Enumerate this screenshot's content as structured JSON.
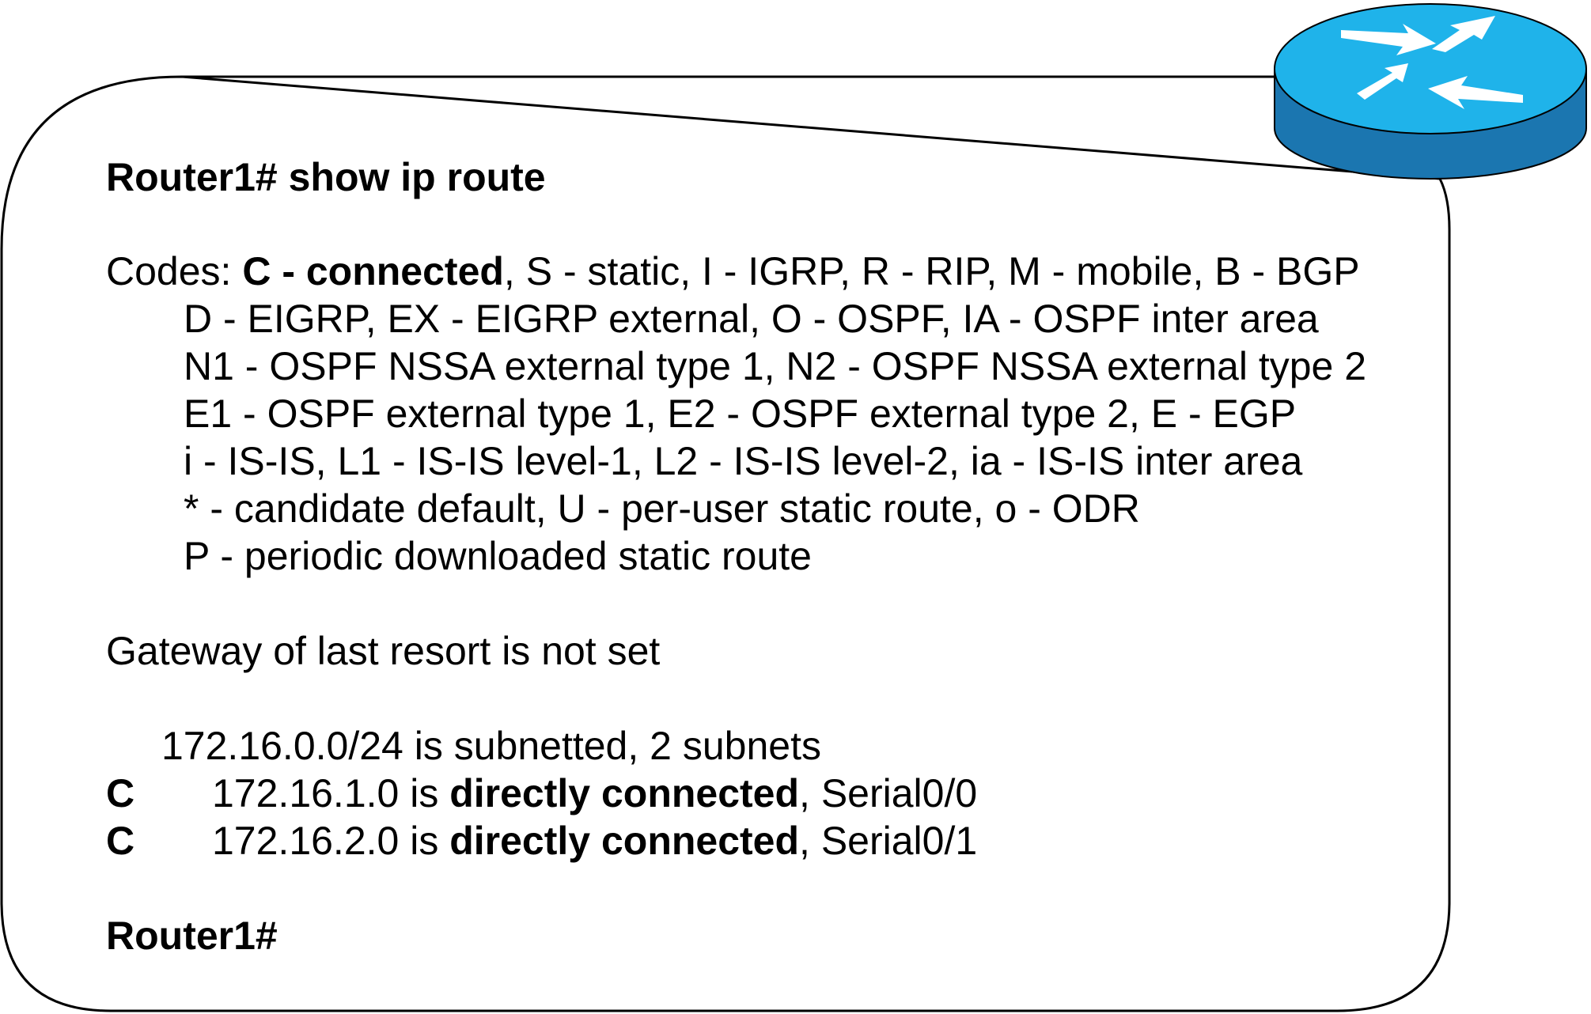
{
  "terminal": {
    "command_line": "Router1# show ip route",
    "codes": {
      "prefix": "Codes: ",
      "connected_bold": "C - connected",
      "line1_rest": ", S - static, I - IGRP, R - RIP, M - mobile, B - BGP",
      "line2": "D - EIGRP, EX - EIGRP external, O - OSPF, IA - OSPF inter area",
      "line3": "N1 - OSPF NSSA external type 1, N2 - OSPF NSSA external type 2",
      "line4": "E1 - OSPF external type 1, E2 - OSPF external type 2, E - EGP",
      "line5": "i - IS-IS, L1 - IS-IS level-1, L2 - IS-IS level-2, ia - IS-IS inter area",
      "line6": "* - candidate default, U - per-user static route, o - ODR",
      "line7": "P - periodic downloaded static route"
    },
    "gateway_line": "Gateway of last resort is not set",
    "subnet_summary": "172.16.0.0/24 is subnetted, 2 subnets",
    "routes": [
      {
        "code": "C",
        "network_text": "172.16.1.0 is ",
        "status_bold": "directly connected",
        "interface_text": ", Serial0/0"
      },
      {
        "code": "C",
        "network_text": "172.16.2.0 is ",
        "status_bold": "directly connected",
        "interface_text": ", Serial0/1"
      }
    ],
    "prompt_line": "Router1#"
  },
  "router_icon": {
    "name": "router-icon",
    "top_color": "#1fb3ea",
    "side_color": "#1b76b0",
    "outline_color": "#000000",
    "arrow_color": "#ffffff"
  }
}
